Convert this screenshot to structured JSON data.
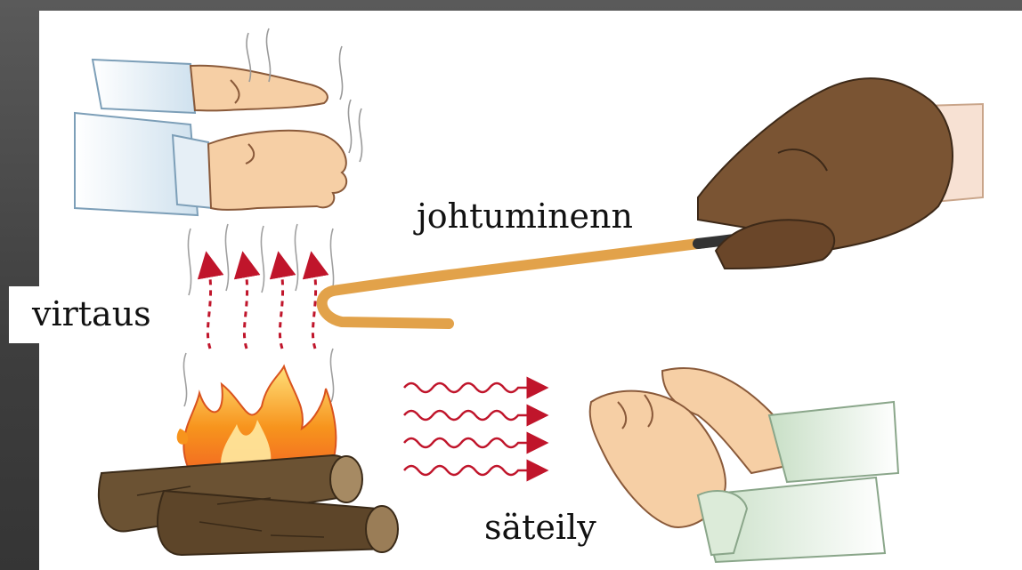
{
  "labels": {
    "conduction": "johtuminenn",
    "convection": "virtaus",
    "radiation": "säteily"
  },
  "colors": {
    "background": "#444444",
    "panel": "#ffffff",
    "arrow": "#c0152b",
    "flame_outer": "#f7941d",
    "flame_inner": "#ffd45c",
    "log": "#6b5233",
    "glove": "#7a5433",
    "rod": "#e2a24a",
    "sleeve_blue": "#d7e7f3",
    "sleeve_green": "#d9ead7",
    "skin": "#f6cfa5"
  },
  "icons": [
    "hand-icon",
    "glove-icon",
    "fire-icon",
    "log-icon",
    "arrow-icon",
    "wavy-arrow-icon",
    "heated-rod-icon"
  ]
}
